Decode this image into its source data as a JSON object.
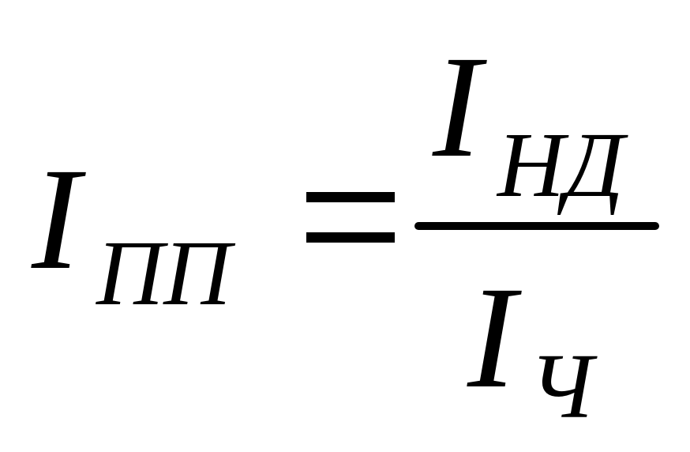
{
  "formula": {
    "lhs": {
      "symbol": "I",
      "subscript": "ПП"
    },
    "equals": "=",
    "numerator": {
      "symbol": "I",
      "subscript": "НД"
    },
    "denominator": {
      "symbol": "I",
      "subscript": "Ч"
    }
  },
  "colors": {
    "ink": "#000000",
    "background": "#ffffff"
  }
}
